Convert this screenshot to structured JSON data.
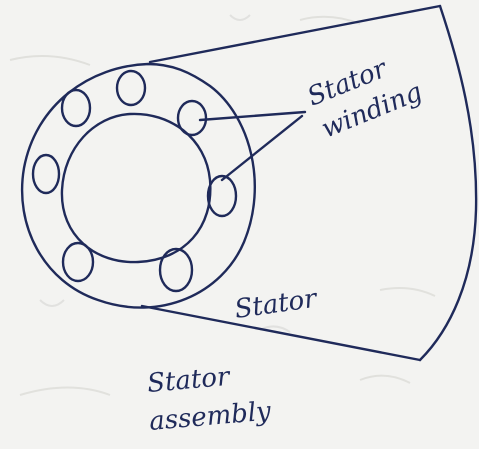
{
  "labels": {
    "stator_winding_line1": "Stator",
    "stator_winding_line2": "winding",
    "stator": "Stator",
    "assembly_line1": "Stator",
    "assembly_line2": "assembly"
  },
  "colors": {
    "ink": "#1f2a5a",
    "paper": "#f3f3f1",
    "bleed_through": "#d9dad7"
  }
}
